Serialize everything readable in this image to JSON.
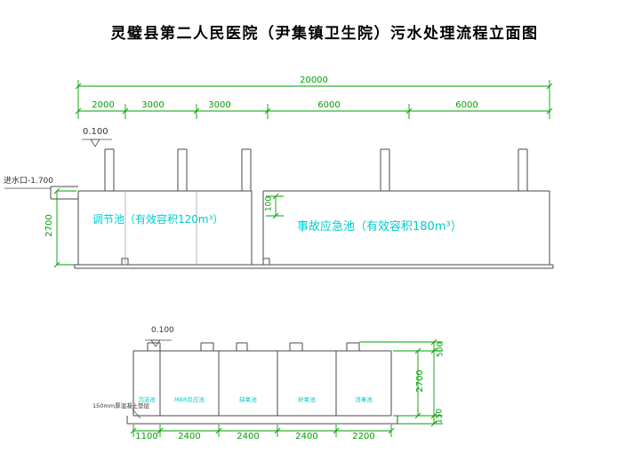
{
  "title": "灵璧县第二人民医院（尹集镇卫生院）污水处理流程立面图",
  "colors": {
    "dimension": "#00A000",
    "tank_label": "#00CCCC",
    "line": "#4A4A4A"
  },
  "top_view": {
    "total_dim": "20000",
    "segment_dims": [
      "2000",
      "3000",
      "3000",
      "6000",
      "6000"
    ],
    "level_label": "0.100",
    "inlet_label": "进水口-1.700",
    "height_dim": "2700",
    "gap_dim": "100",
    "tank1_label": "调节池（有效容积120m³）",
    "tank2_label": "事故应急池（有效容积180m³）"
  },
  "bottom_view": {
    "level_label": "0.100",
    "note": "150mm厚混凝土垫层",
    "compartments": [
      "沉淀池",
      "MBR反应池",
      "缺氧池",
      "好氧池",
      "消毒池"
    ],
    "width_dims": [
      "1100",
      "2400",
      "2400",
      "2400",
      "2200"
    ],
    "height_dims": [
      "500",
      "2700",
      "150"
    ]
  }
}
